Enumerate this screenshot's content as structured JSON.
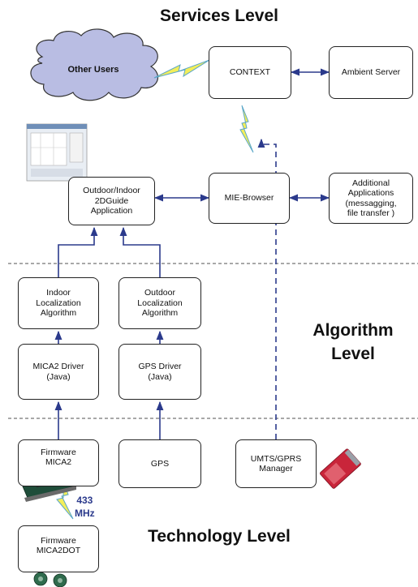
{
  "levels": {
    "services": "Services Level",
    "algorithm": "Algorithm\nLevel",
    "technology": "Technology Level"
  },
  "cloud_label": "Other Users",
  "boxes": {
    "context": "CONTEXT",
    "ambient_server": "Ambient Server",
    "guide_app": "Outdoor/Indoor\n2DGuide\nApplication",
    "mie_browser": "MIE-Browser",
    "additional_apps": "Additional\nApplications\n(messagging,\nfile transfer )",
    "indoor_loc": "Indoor\nLocalization\nAlgorithm",
    "outdoor_loc": "Outdoor\nLocalization\nAlgorithm",
    "mica2_driver": "MICA2 Driver\n(Java)",
    "gps_driver": "GPS Driver\n(Java)",
    "fw_mica2": "Firmware\nMICA2",
    "gps": "GPS",
    "umts": "UMTS/GPRS\nManager",
    "fw_mica2dot": "Firmware\nMICA2DOT"
  },
  "frequency_label": "433\nMHz",
  "colors": {
    "arrow": "#2b3a8c",
    "cloud_fill": "#b9bde3",
    "lightning_fill": "#f3ee5a",
    "lightning_stroke": "#5aa6c8",
    "divider": "#8c8c8c"
  },
  "icons": {
    "pda_card": "pcmcia-card-icon",
    "sensor_board": "circuit-board-icon",
    "screenshot": "map-app-screenshot-icon"
  }
}
